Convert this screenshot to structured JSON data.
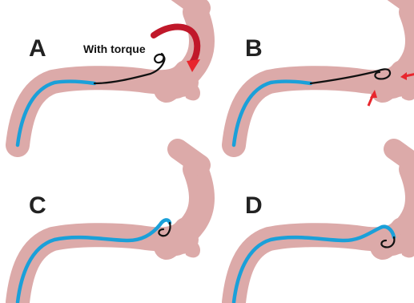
{
  "panels": [
    {
      "id": "A",
      "label": "A",
      "caption": "With torque"
    },
    {
      "id": "B",
      "label": "B"
    },
    {
      "id": "C",
      "label": "C"
    },
    {
      "id": "D",
      "label": "D"
    }
  ],
  "colors": {
    "vessel": "#dcaaa9",
    "guidewire": "#1aa0d9",
    "catheter_tip": "#111111",
    "torque_arrow": "#c0182a",
    "force_arrow": "#e8262d"
  }
}
